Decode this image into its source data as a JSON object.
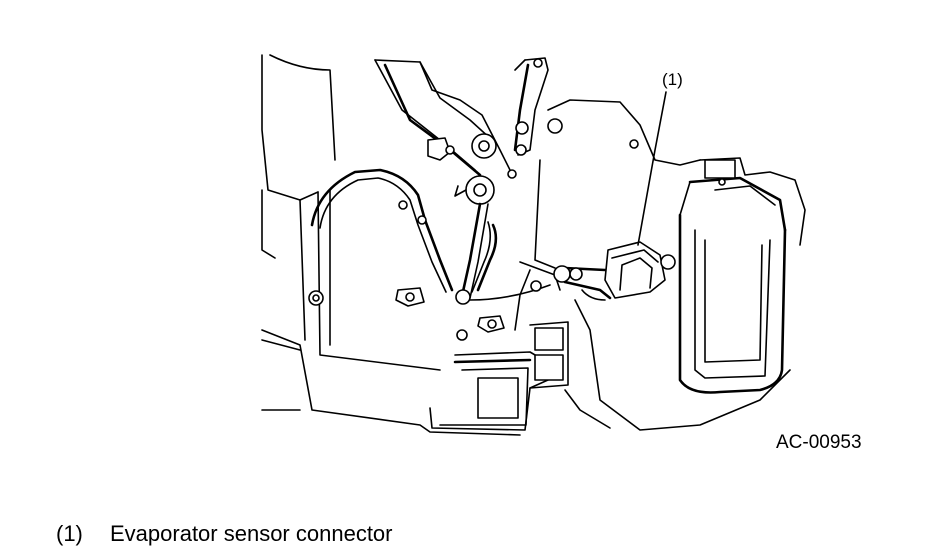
{
  "diagram": {
    "callout_label": "(1)",
    "figure_id": "AC-00953"
  },
  "legend": {
    "items": [
      {
        "number": "(1)",
        "text": "Evaporator sensor connector"
      }
    ]
  }
}
